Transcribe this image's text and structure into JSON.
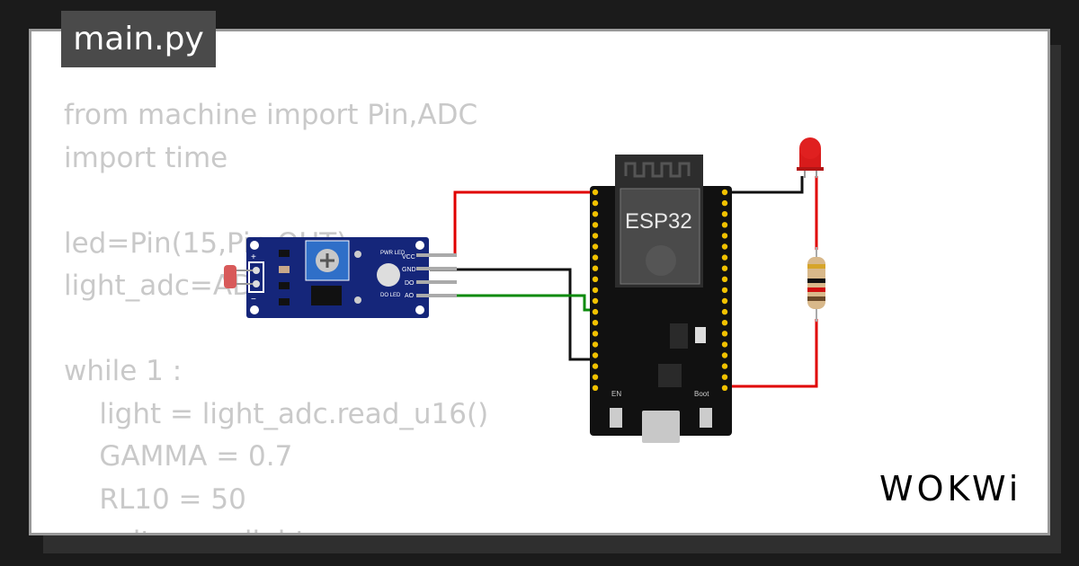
{
  "editor": {
    "file_tab": "main.py",
    "code_lines": [
      "from machine import Pin,ADC",
      "import time",
      "",
      "led=Pin(15,Pin.OUT)",
      "light_adc=ADC(",
      "",
      "while 1 :",
      "    light = light_adc.read_u16()",
      "    GAMMA = 0.7",
      "    RL10 = 50",
      "    voltage = light..."
    ]
  },
  "diagram": {
    "esp32_label": "ESP32",
    "en_label": "EN",
    "boot_label": "Boot",
    "sensor_pins": [
      "VCC",
      "GND",
      "DO",
      "AO"
    ],
    "sensor_led_labels": [
      "PWR LED",
      "DO LED"
    ],
    "sensor_polarity": [
      "+",
      "−"
    ],
    "wire_colors": {
      "power": "#e00000",
      "ground": "#111111",
      "signal": "#0a8a0a"
    }
  },
  "brand": {
    "logo_text": "WOKWi"
  }
}
